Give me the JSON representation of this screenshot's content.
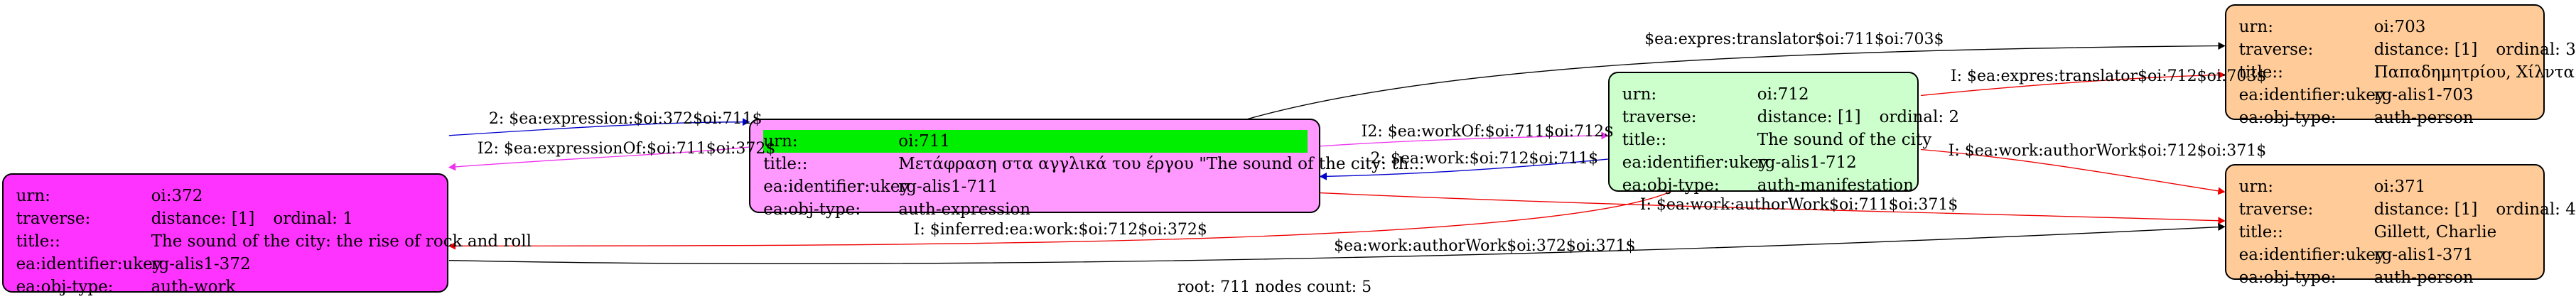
{
  "footer": "root: 711 nodes count: 5",
  "colors": {
    "work": "#ff33ff",
    "expression": "#ff99ff",
    "manifestation": "#ccffcc",
    "person": "#ffcc99",
    "root_highlight": "#00ee00",
    "edge_black": "#000000",
    "edge_blue": "#0000cc",
    "edge_magenta": "#ee33ee",
    "edge_red": "#ee0000"
  },
  "nodes": {
    "n372": {
      "urn": {
        "k": "urn:",
        "v": "oi:372"
      },
      "traverse": {
        "k": "traverse:",
        "v": "distance: [1]",
        "v2": "ordinal: 1"
      },
      "title": {
        "k": "title::",
        "v": "The sound of the city: the rise of rock and roll"
      },
      "ukey": {
        "k": "ea:identifier:ukey",
        "v": "rg-alis1-372"
      },
      "objtype": {
        "k": "ea:obj-type:",
        "v": "auth-work"
      }
    },
    "n711": {
      "urn": {
        "k": "urn:",
        "v": "oi:711"
      },
      "title": {
        "k": "title::",
        "v": "Μετάφραση στα αγγλικά του έργου \"The sound of the city: th..."
      },
      "ukey": {
        "k": "ea:identifier:ukey",
        "v": "rg-alis1-711"
      },
      "objtype": {
        "k": "ea:obj-type:",
        "v": "auth-expression"
      }
    },
    "n712": {
      "urn": {
        "k": "urn:",
        "v": "oi:712"
      },
      "traverse": {
        "k": "traverse:",
        "v": "distance: [1]",
        "v2": "ordinal: 2"
      },
      "title": {
        "k": "title::",
        "v": "The sound of the city"
      },
      "ukey": {
        "k": "ea:identifier:ukey",
        "v": "rg-alis1-712"
      },
      "objtype": {
        "k": "ea:obj-type:",
        "v": "auth-manifestation"
      }
    },
    "n703": {
      "urn": {
        "k": "urn:",
        "v": "oi:703"
      },
      "traverse": {
        "k": "traverse:",
        "v": "distance: [1]",
        "v2": "ordinal: 3"
      },
      "title": {
        "k": "title::",
        "v": "Παπαδημητρίου, Χίλντα"
      },
      "ukey": {
        "k": "ea:identifier:ukey",
        "v": "rg-alis1-703"
      },
      "objtype": {
        "k": "ea:obj-type:",
        "v": "auth-person"
      }
    },
    "n371": {
      "urn": {
        "k": "urn:",
        "v": "oi:371"
      },
      "traverse": {
        "k": "traverse:",
        "v": "distance: [1]",
        "v2": "ordinal: 4"
      },
      "title": {
        "k": "title::",
        "v": "Gillett, Charlie"
      },
      "ukey": {
        "k": "ea:identifier:ukey",
        "v": "rg-alis1-371"
      },
      "objtype": {
        "k": "ea:obj-type:",
        "v": "auth-person"
      }
    }
  },
  "edges": {
    "e1": "2: $ea:expression:$oi:372$oi:711$",
    "e2": "I2: $ea:expressionOf:$oi:711$oi:372$",
    "e3": "I2: $ea:workOf:$oi:711$oi:712$",
    "e4": "2: $ea:work:$oi:712$oi:711$",
    "e5": "$ea:expres:translator$oi:711$oi:703$",
    "e6": "I: $ea:expres:translator$oi:712$oi:703$",
    "e7": "I: $ea:work:authorWork$oi:712$oi:371$",
    "e8": "I: $ea:work:authorWork$oi:711$oi:371$",
    "e9": "I: $inferred:ea:work:$oi:712$oi:372$",
    "e10": "$ea:work:authorWork$oi:372$oi:371$"
  }
}
